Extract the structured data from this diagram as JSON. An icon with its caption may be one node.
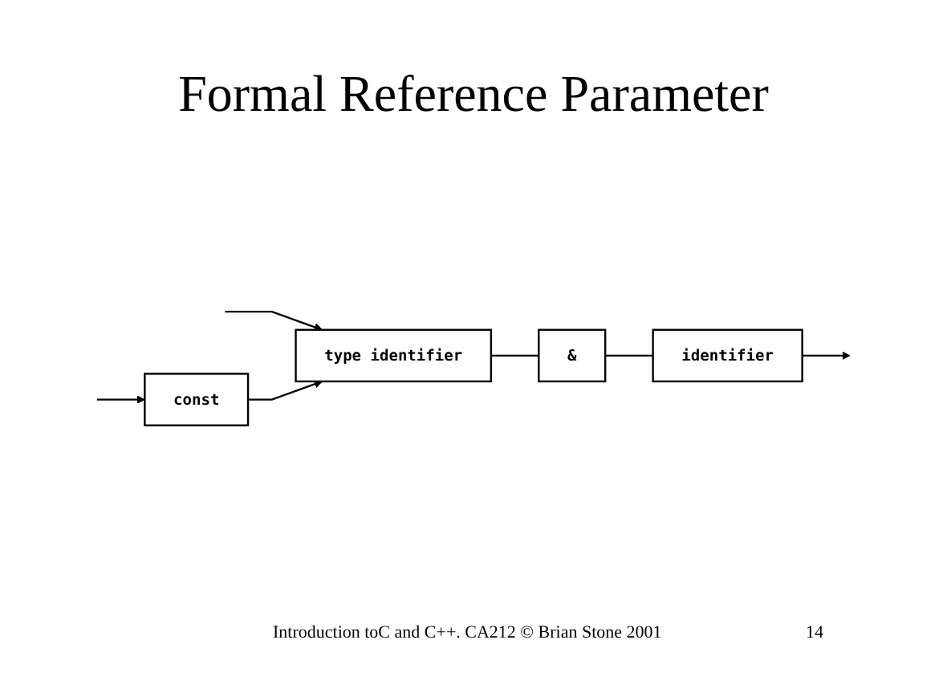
{
  "diagram": {
    "title": "Formal Reference Parameter",
    "nodes": [
      {
        "text": [
          "type identifier"
        ]
      },
      {
        "text": [
          "&"
        ]
      },
      {
        "text": [
          "identifier"
        ]
      },
      {
        "text": [
          "const"
        ]
      }
    ],
    "edges": [
      {
        "from": null,
        "to": 0,
        "arrow": "to"
      },
      {
        "from": null,
        "to": 3,
        "arrow": "to"
      },
      {
        "from": 3,
        "to": 0,
        "arrow": "to"
      },
      {
        "from": 0,
        "to": 1,
        "arrow": "none"
      },
      {
        "from": 1,
        "to": 2,
        "arrow": "none"
      },
      {
        "from": 2,
        "to": null,
        "arrow": "to"
      }
    ],
    "labels": [
      "Introduction toC and C++. CA212 © Brian Stone 2001",
      "14"
    ]
  }
}
